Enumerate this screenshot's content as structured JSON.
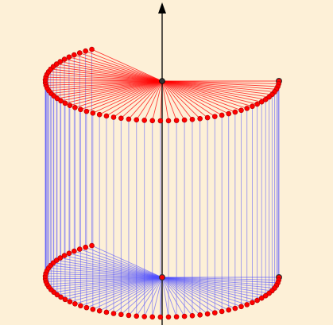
{
  "figure": {
    "type": "cylinder-sweep-diagram",
    "background_color": "#fdf0d7",
    "colors": {
      "top_rays": "#ff0000",
      "vertical_lines": "#4d4dff",
      "bottom_rays": "#4d4dff",
      "points": "#ff0000",
      "point_outline": "#aa0000",
      "center_point": "#333333",
      "axis": "#000000"
    },
    "point_count": 60,
    "sweep_start_deg": 0,
    "sweep_end_deg": 233,
    "axis_arrow": "up"
  }
}
